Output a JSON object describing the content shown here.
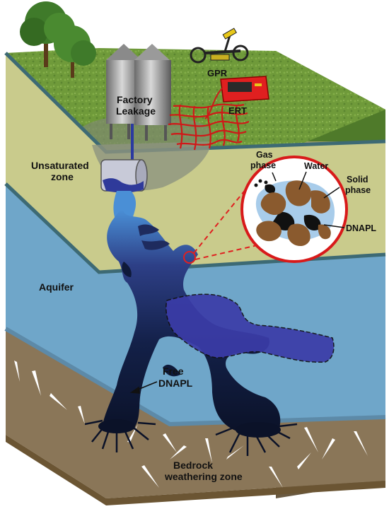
{
  "labels": {
    "gpr": "GPR",
    "ert": "ERT",
    "factory_line1": "Factory",
    "factory_line2": "Leakage",
    "unsaturated_line1": "Unsaturated",
    "unsaturated_line2": "zone",
    "aquifer": "Aquifer",
    "free_line1": "Free",
    "free_line2": "DNAPL",
    "bedrock_line1": "Bedrock",
    "bedrock_line2": "weathering zone"
  },
  "inset": {
    "gas_line1": "Gas",
    "gas_line2": "phase",
    "water": "Water",
    "solid_line1": "Solid",
    "solid_line2": "phase",
    "dnapl": "DNAPL"
  },
  "colors": {
    "grass": "#6f9a3a",
    "soil_front": "#c9cb8c",
    "aquifer": "#6fa6c9",
    "bedrock": "#8a7658",
    "dnapl_dark": "#0d1836",
    "dnapl_pool": "#3b3ca8",
    "ert_red": "#e02020",
    "gpr_yellow": "#e8c81a"
  }
}
